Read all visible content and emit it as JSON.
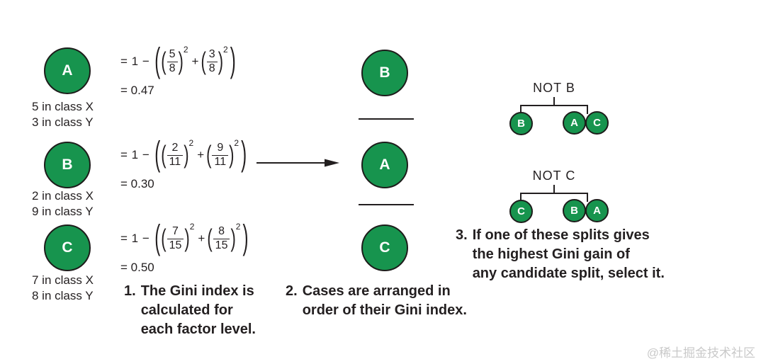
{
  "colors": {
    "node_green": "#17944e",
    "node_stroke": "#1d1d1b",
    "text": "#231f20",
    "watermark": "#c9c9c9"
  },
  "symbols": {
    "open_paren": "(",
    "close_paren": ")"
  },
  "left_nodes": [
    {
      "label": "A",
      "class_x": "5 in class X",
      "class_y": "3 in class Y",
      "formula": {
        "prefix": "= 1 −",
        "f1n": "5",
        "f1d": "8",
        "exp": "2",
        "plus": "+",
        "f2n": "3",
        "f2d": "8",
        "result": "= 0.47"
      }
    },
    {
      "label": "B",
      "class_x": "2 in class X",
      "class_y": "9 in class Y",
      "formula": {
        "prefix": "= 1 −",
        "f1n": "2",
        "f1d": "11",
        "exp": "2",
        "plus": "+",
        "f2n": "9",
        "f2d": "11",
        "result": "= 0.30"
      }
    },
    {
      "label": "C",
      "class_x": "7 in class X",
      "class_y": "8 in class Y",
      "formula": {
        "prefix": "= 1 −",
        "f1n": "7",
        "f1d": "15",
        "exp": "2",
        "plus": "+",
        "f2n": "8",
        "f2d": "15",
        "result": "= 0.50"
      }
    }
  ],
  "ordered_nodes": [
    {
      "label": "B"
    },
    {
      "label": "A"
    },
    {
      "label": "C"
    }
  ],
  "trees": [
    {
      "title": "NOT B",
      "left": "B",
      "right_a": "A",
      "right_b": "C"
    },
    {
      "title": "NOT C",
      "left": "C",
      "right_a": "B",
      "right_b": "A"
    }
  ],
  "captions": [
    {
      "number": "1.",
      "lines": [
        "The Gini index is",
        "calculated for",
        "each factor level."
      ]
    },
    {
      "number": "2.",
      "lines": [
        "Cases are arranged in",
        "order of their Gini index."
      ]
    },
    {
      "number": "3.",
      "lines": [
        "If one of these splits gives",
        "the highest Gini gain of",
        "any candidate split, select it."
      ]
    }
  ],
  "watermark": "@稀土掘金技术社区"
}
